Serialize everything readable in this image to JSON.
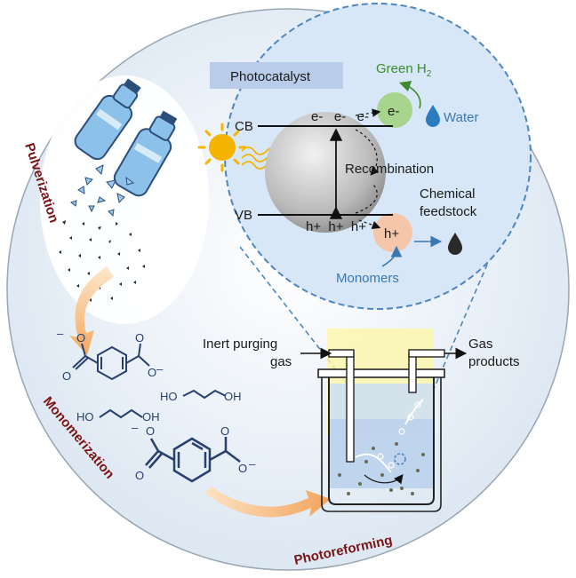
{
  "stages": {
    "pulverization": "Pulverization",
    "monomerization": "Monomerization",
    "photoreforming": "Photoreforming"
  },
  "photocatalyst": {
    "title": "Photocatalyst",
    "cb": "CB",
    "vb": "VB",
    "electrons": "e-   e-   e-",
    "electron_transfer": "e-",
    "holes": "h+  h+  h+",
    "hole_transfer": "h+",
    "recombination": "Recombination",
    "green_h2_prefix": "Green H",
    "green_h2_sub": "2",
    "water": "Water",
    "chemical": "Chemical",
    "feedstock": "feedstock",
    "monomers": "Monomers"
  },
  "reactor": {
    "inlet_line1": "Inert purging",
    "inlet_line2": "gas",
    "outlet_line1": "Gas",
    "outlet_line2": "products"
  },
  "molecules": {
    "o_minus": "O",
    "minus": "–",
    "ho": "HO",
    "oh": "OH"
  },
  "colors": {
    "circle_fill": "#e6eef6",
    "inner_zoom_fill": "#d8e8f8",
    "dashed_border": "#4f86c0",
    "stage_text": "#7a1414",
    "green_h2": "#3e8a2c",
    "water_text": "#3a78b0",
    "label_bg": "#b9cdea",
    "sun": "#f4b400"
  }
}
